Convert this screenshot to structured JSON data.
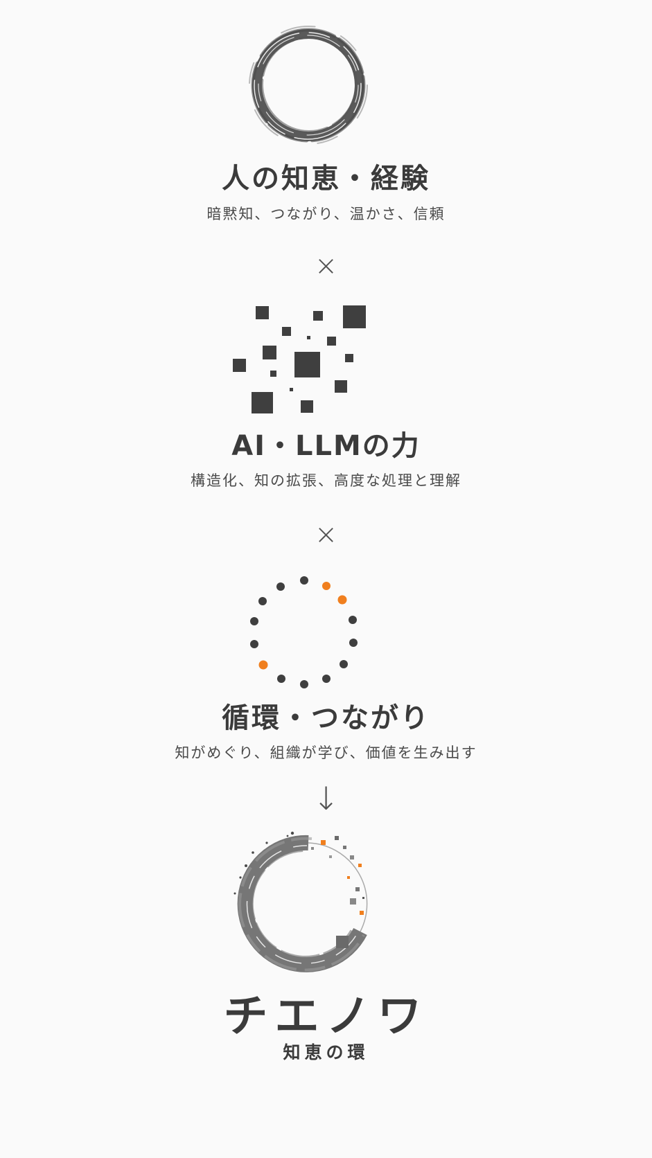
{
  "sections": {
    "human": {
      "title": "人の知恵・経験",
      "subtitle": "暗黙知、つながり、温かさ、信頼"
    },
    "ai": {
      "title": "AI・LLMの力",
      "subtitle": "構造化、知の拡張、高度な処理と理解"
    },
    "cycle": {
      "title": "循環・つながり",
      "subtitle": "知がめぐり、組織が学び、価値を生み出す"
    }
  },
  "operators": {
    "times_1": "×",
    "times_2": "×",
    "arrow": "↓"
  },
  "logo": {
    "name": "チエノワ",
    "tagline": "知恵の環"
  },
  "colors": {
    "ink": "#3a3a3a",
    "accent": "#f07f1e"
  },
  "icons": {
    "human": "ink-brush-circle-icon",
    "ai": "pixel-squares-icon",
    "cycle": "dotted-ring-icon",
    "logo": "chienowa-logo-icon"
  }
}
